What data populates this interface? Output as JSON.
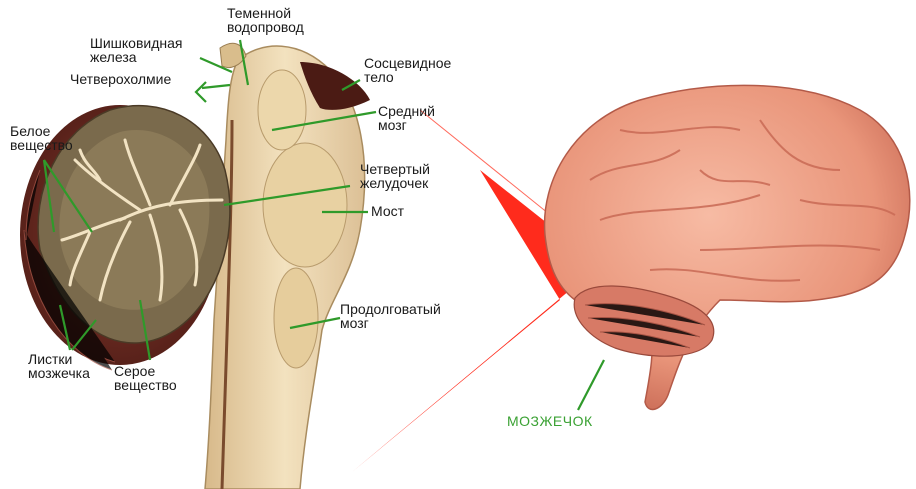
{
  "labels": {
    "parietal_aqueduct": "Теменной\nводопровод",
    "pineal_gland": "Шишковидная\nжелеза",
    "quadrigemina": "Четверохолмие",
    "white_matter": "Белое\nвещество",
    "mammillary_body": "Сосцевидное\nтело",
    "midbrain": "Средний\nмозг",
    "fourth_ventricle": "Четвертый\nжелудочек",
    "pons": "Мост",
    "medulla": "Продолговатый\nмозг",
    "cerebellar_folia": "Листки\nмозжечка",
    "gray_matter": "Серое\nвещество",
    "cerebellum": "МОЗЖЕЧОК"
  },
  "colors": {
    "leader_line": "#2f9a2a",
    "pointer": "#ff2b1c",
    "cerebellum_dark": "#6e2c22",
    "white_matter": "#f2e3c3",
    "stem": "#e9d3a6",
    "brain": "#f0a58c"
  }
}
